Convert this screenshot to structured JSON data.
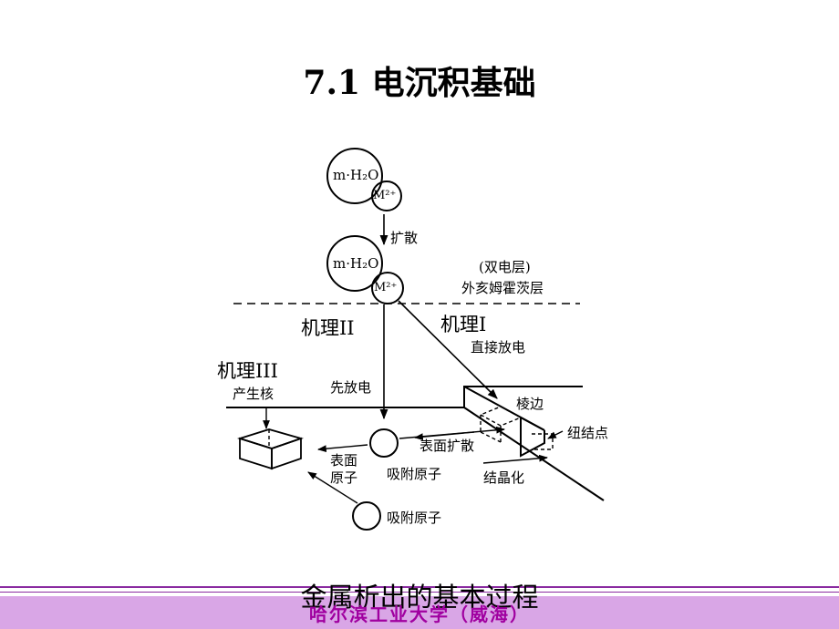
{
  "title": "7.1 电沉积基础",
  "diagram": {
    "ion_top": {
      "hydrate": "m·H₂O",
      "ion": "M²⁺"
    },
    "ion_surface": {
      "hydrate": "m·H₂O",
      "ion": "M²⁺"
    },
    "arrow_diffusion": "扩散",
    "double_layer": "(双电层)",
    "outer_helmholtz": "外亥姆霍茨层",
    "mechanism_1": "机理I",
    "mechanism_1_desc": "直接放电",
    "mechanism_2": "机理II",
    "mechanism_2_desc": "先放电",
    "mechanism_3": "机理III",
    "mechanism_3_desc": "产生核",
    "edge": "棱边",
    "kink": "纽结点",
    "surface_diffusion": "表面扩散",
    "surface_atom": "表面\n原子",
    "adsorbed_atom_1": "吸附原子",
    "crystallization": "结晶化",
    "adsorbed_atom_2": "吸附原子"
  },
  "caption": "金属析出的基本过程",
  "footer": "哈尔滨工业大学（威海）",
  "colors": {
    "footer_band": "#d9a6e6",
    "footer_line": "#8a2aa0",
    "footer_text": "#a000a0"
  }
}
